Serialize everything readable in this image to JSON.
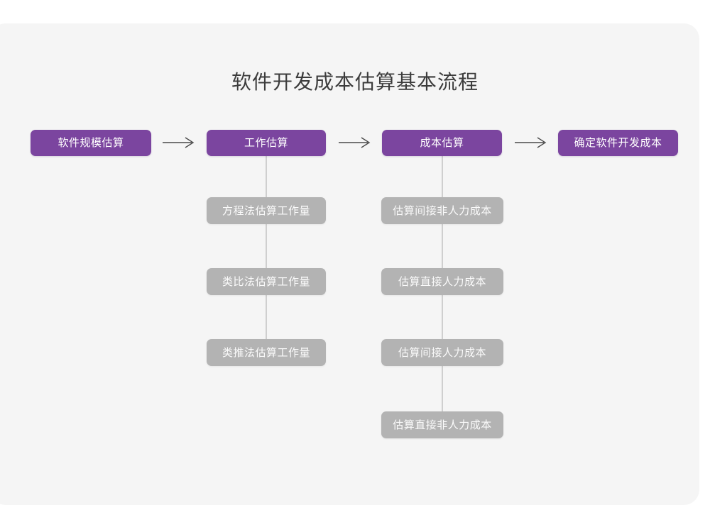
{
  "page": {
    "title": "软件开发成本估算基本流程",
    "background_color": "#ffffff",
    "card_color": "#f5f5f5",
    "title_color": "#3c3c3c"
  },
  "theme": {
    "primary_color": "#7b459f",
    "primary_text_color": "#ffffff",
    "secondary_color": "#b3b3b3",
    "secondary_text_color": "#fbfbfb",
    "connector_color": "#cfcfcf",
    "arrow_color": "#4a4a4a"
  },
  "chart_data": {
    "type": "diagram",
    "title": "软件开发成本估算基本流程",
    "orientation": "left-to-right with vertical sub-steps",
    "stages": [
      {
        "id": "stage-1",
        "label": "软件规模估算",
        "level": "primary",
        "substeps": []
      },
      {
        "id": "stage-2",
        "label": "工作估算",
        "level": "primary",
        "substeps": [
          "方程法估算工作量",
          "类比法估算工作量",
          "类推法估算工作量"
        ]
      },
      {
        "id": "stage-3",
        "label": "成本估算",
        "level": "primary",
        "substeps": [
          "估算间接非人力成本",
          "估算直接人力成本",
          "估算间接人力成本",
          "估算直接非人力成本"
        ]
      },
      {
        "id": "stage-4",
        "label": "确定软件开发成本",
        "level": "primary",
        "substeps": []
      }
    ],
    "arrows": [
      {
        "id": "arrow-1",
        "from": "软件规模估算",
        "to": "工作估算",
        "glyph": "→"
      },
      {
        "id": "arrow-2",
        "from": "工作估算",
        "to": "成本估算",
        "glyph": "→"
      },
      {
        "id": "arrow-3",
        "from": "成本估算",
        "to": "确定软件开发成本",
        "glyph": "→"
      }
    ]
  }
}
